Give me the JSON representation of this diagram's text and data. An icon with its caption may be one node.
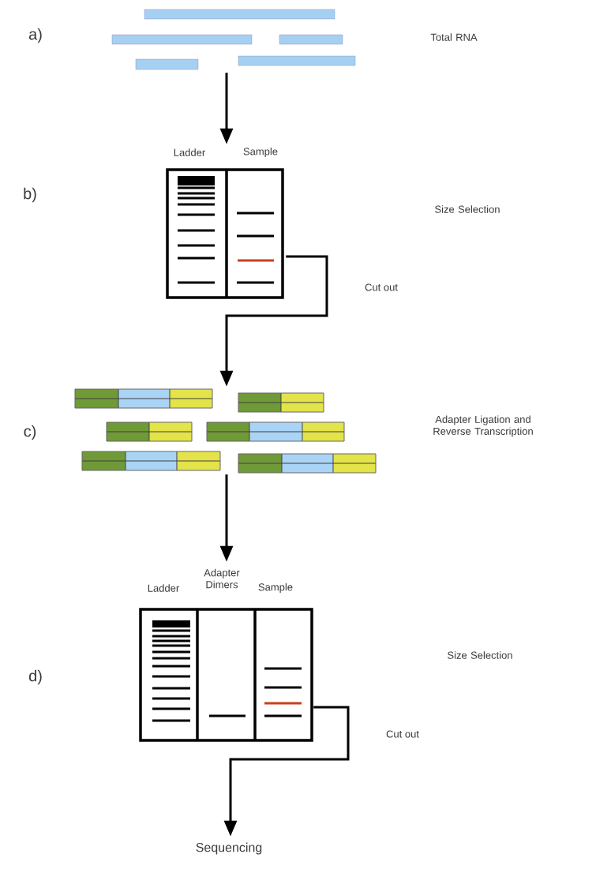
{
  "diagram": {
    "nodes": [
      {
        "text": [],
        "shape": "picture"
      },
      {
        "text": [
          "Ladder",
          "Sample"
        ]
      },
      {
        "text": [],
        "shape": "picture"
      },
      {
        "text": [
          "Ladder",
          "Adapter Dimers",
          "Sample"
        ]
      },
      {
        "text": [
          "Sequencing"
        ]
      }
    ],
    "edges": [
      {
        "from": 0,
        "to": 1,
        "arrow": "to"
      },
      {
        "from": 1,
        "to": 2,
        "arrow": "to",
        "label": "Cut out"
      },
      {
        "from": 2,
        "to": 3,
        "arrow": "to"
      },
      {
        "from": 3,
        "to": 4,
        "arrow": "to",
        "label": "Cut out"
      }
    ],
    "labels": [
      "a)",
      "Total RNA",
      "b)",
      "Size Selection",
      "c)",
      "Adapter Ligation and Reverse Transcription",
      "d)",
      "Size Selection"
    ]
  }
}
